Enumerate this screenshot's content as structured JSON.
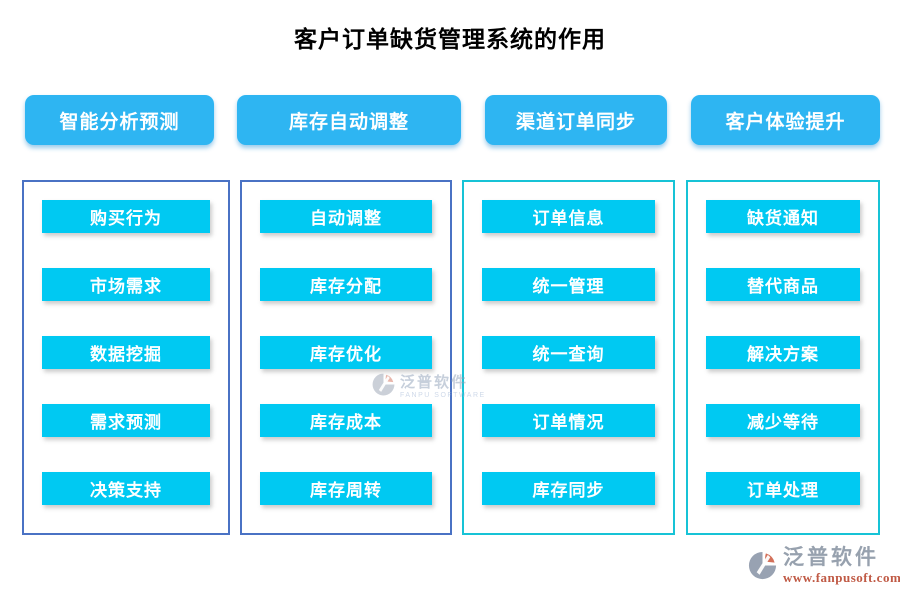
{
  "title": "客户订单缺货管理系统的作用",
  "colors": {
    "header_button_bg": "#2eb5f2",
    "item_button_bg": "#00c9f2",
    "panel_border_blue": "#4a72c4",
    "panel_border_cyan": "#17c3d6",
    "footer_brand_text": "#97a1ae",
    "footer_url_text": "#c05a45"
  },
  "columns": [
    {
      "header": "智能分析预测",
      "border_style": "blue",
      "items": [
        "购买行为",
        "市场需求",
        "数据挖掘",
        "需求预测",
        "决策支持"
      ]
    },
    {
      "header": "库存自动调整",
      "border_style": "blue",
      "items": [
        "自动调整",
        "库存分配",
        "库存优化",
        "库存成本",
        "库存周转"
      ]
    },
    {
      "header": "渠道订单同步",
      "border_style": "cyan",
      "items": [
        "订单信息",
        "统一管理",
        "统一查询",
        "订单情况",
        "库存同步"
      ]
    },
    {
      "header": "客户体验提升",
      "border_style": "cyan",
      "items": [
        "缺货通知",
        "替代商品",
        "解决方案",
        "减少等待",
        "订单处理"
      ]
    }
  ],
  "watermark": {
    "brand": "泛普软件",
    "subtitle": "FANPU SOFTWARE"
  },
  "footer": {
    "brand": "泛普软件",
    "url": "www.fanpusoft.com"
  }
}
